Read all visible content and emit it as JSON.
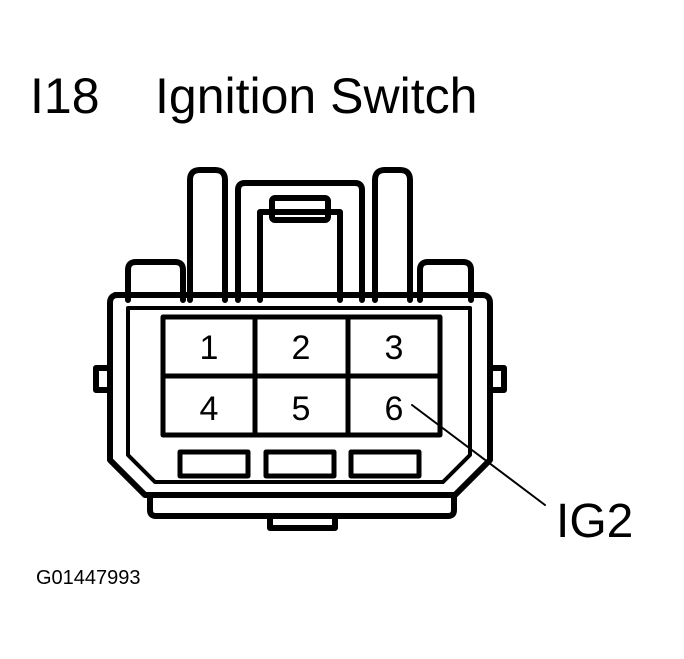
{
  "header": {
    "connector_code": "I18",
    "connector_name": "Ignition Switch"
  },
  "connector": {
    "pins": [
      {
        "number": "1"
      },
      {
        "number": "2"
      },
      {
        "number": "3"
      },
      {
        "number": "4"
      },
      {
        "number": "5"
      },
      {
        "number": "6"
      }
    ],
    "callout": {
      "pin": "6",
      "signal": "IG2"
    }
  },
  "figure": {
    "id": "G01447993"
  }
}
